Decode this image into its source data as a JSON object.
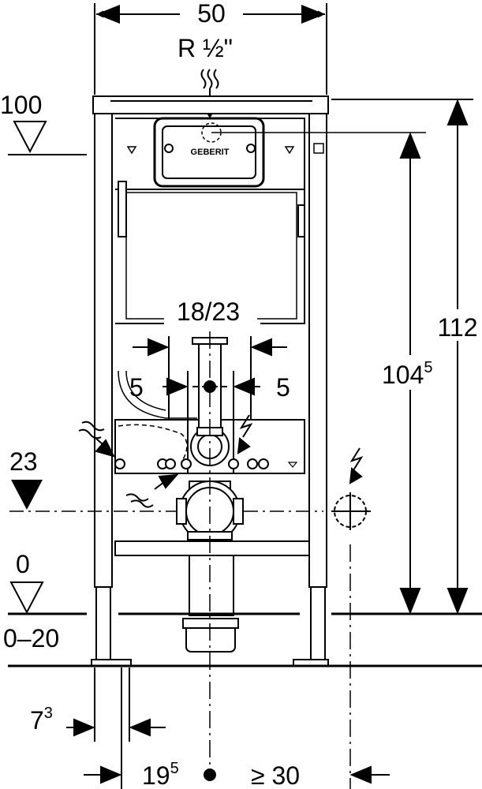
{
  "dimensions": {
    "width": "50",
    "connection": "R ½\"",
    "flush_level": "100",
    "spacing": "18/23",
    "left_offset": "5",
    "right_offset": "5",
    "drain_height": "23",
    "floor_level": "0",
    "floor_range": "0–20",
    "height_total": "112",
    "height_inner_base": "104",
    "height_inner_sup": "5",
    "left_gap_base": "7",
    "left_gap_sup": "3",
    "center_base": "19",
    "center_sup": "5",
    "min_distance": "≥ 30"
  },
  "badge": "GEBERIT"
}
